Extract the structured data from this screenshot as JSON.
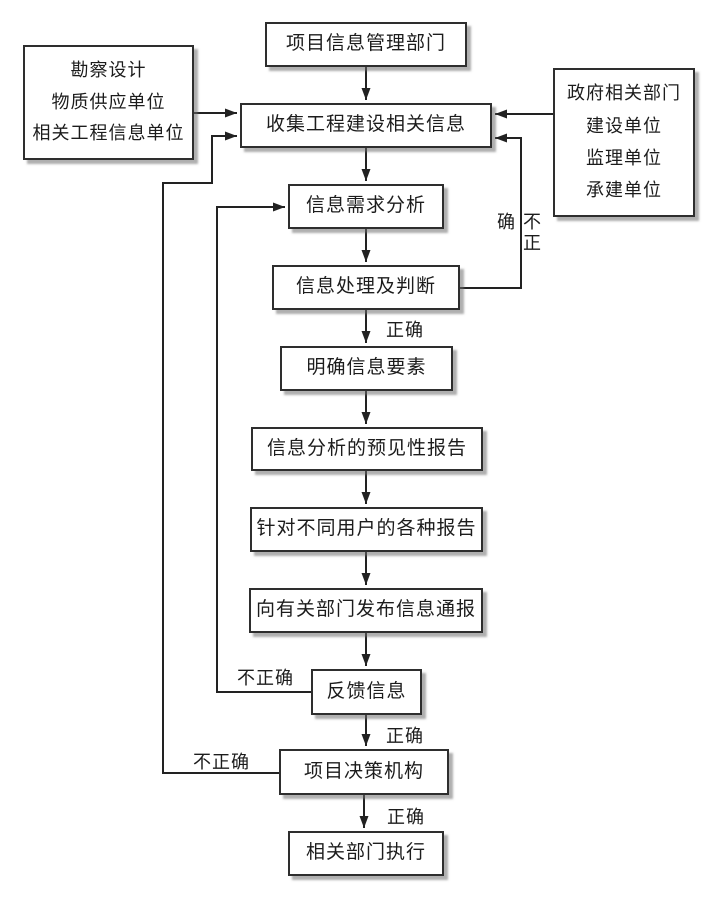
{
  "diagram": {
    "type": "flowchart",
    "language": "zh-CN",
    "nodes": {
      "info_dept": {
        "label": "项目信息管理部门"
      },
      "left_sources": {
        "lines": [
          "勘察设计",
          "物质供应单位",
          "相关工程信息单位"
        ]
      },
      "right_sources": {
        "lines": [
          "政府相关部门",
          "建设单位",
          "监理单位",
          "承建单位"
        ]
      },
      "collect": {
        "label": "收集工程建设相关信息"
      },
      "demand": {
        "label": "信息需求分析"
      },
      "process": {
        "label": "信息处理及判断"
      },
      "elements": {
        "label": "明确信息要素"
      },
      "forecast": {
        "label": "信息分析的预见性报告"
      },
      "reports": {
        "label": "针对不同用户的各种报告"
      },
      "notify": {
        "label": "向有关部门发布信息通报"
      },
      "feedback": {
        "label": "反馈信息"
      },
      "decision": {
        "label": "项目决策机构"
      },
      "execute": {
        "label": "相关部门执行"
      }
    },
    "edge_labels": {
      "process_correct": "正确",
      "process_incorrect": "不正确",
      "feedback_correct": "正确",
      "feedback_incorrect": "不正确",
      "decision_correct": "正确",
      "decision_incorrect": "不正确"
    },
    "edges": [
      {
        "from": "项目信息管理部门",
        "to": "收集工程建设相关信息",
        "label": ""
      },
      {
        "from": "勘察设计/物质供应单位/相关工程信息单位",
        "to": "收集工程建设相关信息",
        "label": ""
      },
      {
        "from": "政府相关部门/建设单位/监理单位/承建单位",
        "to": "收集工程建设相关信息",
        "label": ""
      },
      {
        "from": "收集工程建设相关信息",
        "to": "信息需求分析",
        "label": ""
      },
      {
        "from": "信息需求分析",
        "to": "信息处理及判断",
        "label": ""
      },
      {
        "from": "信息处理及判断",
        "to": "明确信息要素",
        "label": "正确"
      },
      {
        "from": "信息处理及判断",
        "to": "收集工程建设相关信息",
        "label": "不正确"
      },
      {
        "from": "明确信息要素",
        "to": "信息分析的预见性报告",
        "label": ""
      },
      {
        "from": "信息分析的预见性报告",
        "to": "针对不同用户的各种报告",
        "label": ""
      },
      {
        "from": "针对不同用户的各种报告",
        "to": "向有关部门发布信息通报",
        "label": ""
      },
      {
        "from": "向有关部门发布信息通报",
        "to": "反馈信息",
        "label": ""
      },
      {
        "from": "反馈信息",
        "to": "项目决策机构",
        "label": "正确"
      },
      {
        "from": "反馈信息",
        "to": "信息需求分析",
        "label": "不正确"
      },
      {
        "from": "项目决策机构",
        "to": "相关部门执行",
        "label": "正确"
      },
      {
        "from": "项目决策机构",
        "to": "收集工程建设相关信息",
        "label": "不正确"
      }
    ],
    "colors": {
      "background": "#ffffff",
      "line": "#222222",
      "box_border": "#2e2e2e",
      "box_fill": "#ffffff",
      "shadow": "#6e6e6e",
      "text": "#1c1c1c"
    }
  }
}
